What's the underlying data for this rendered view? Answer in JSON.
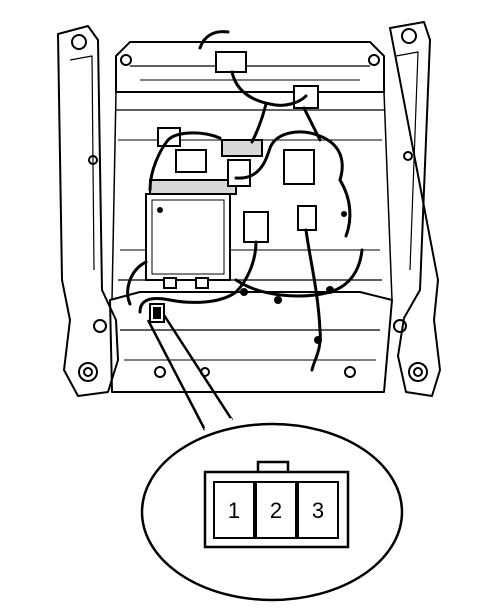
{
  "diagram": {
    "subject": "seat-frame-wiring-harness-line-drawing",
    "connector": {
      "pins": [
        {
          "label": "1"
        },
        {
          "label": "2"
        },
        {
          "label": "3"
        }
      ]
    },
    "colors": {
      "ink": "#000000",
      "paper": "#ffffff",
      "shade": "#d8d8d8"
    }
  }
}
